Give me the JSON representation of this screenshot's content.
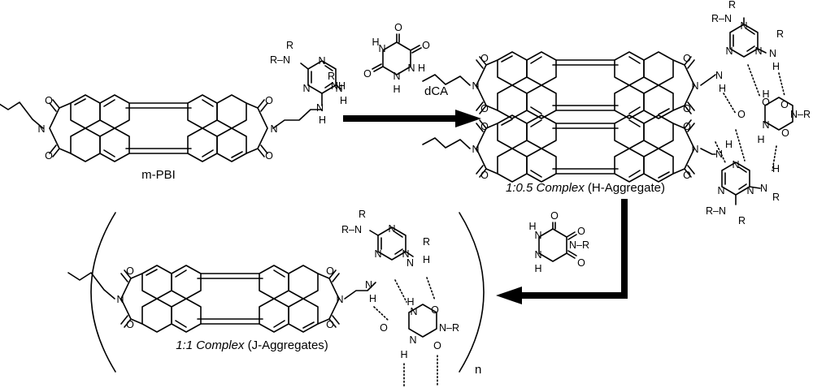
{
  "atoms": {
    "N": "N",
    "O": "O",
    "H": "H",
    "R": "R",
    "NH": "NH",
    "R_N": "R–N",
    "N_R": "N–R",
    "n": "n"
  },
  "labels": {
    "start_name": "m-PBI",
    "reagent1": "dCA",
    "complex_05_italic": "1:0.5 Complex",
    "complex_05_plain": " (H-Aggregate)",
    "complex_1_italic": "1:1 Complex",
    "complex_1_plain": " (J-Aggregates)"
  },
  "colors": {
    "ink": "#000000",
    "background": "#ffffff"
  }
}
